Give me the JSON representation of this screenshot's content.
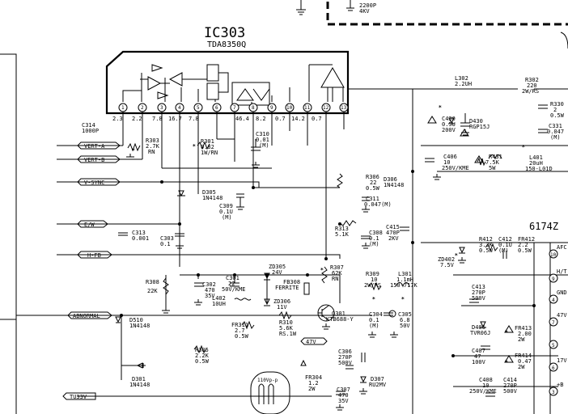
{
  "ic": {
    "name": "IC303",
    "part": "TDA8350Q",
    "pins": [
      "1",
      "2",
      "3",
      "4",
      "5",
      "6",
      "7",
      "8",
      "9",
      "10",
      "11",
      "12",
      "13"
    ],
    "voltages": [
      "2.3",
      "2.2",
      "7.8",
      "16.7",
      "7.8",
      "",
      "46.4",
      "8.2",
      "0.7",
      "14.2",
      "0.7",
      "",
      ""
    ]
  },
  "connectors": [
    {
      "name": "vert-a",
      "label": "VERT-A"
    },
    {
      "name": "vert-b",
      "label": "VERT-B"
    },
    {
      "name": "v-sync",
      "label": "V-SYNC"
    },
    {
      "name": "e-w",
      "label": "E/W"
    },
    {
      "name": "h-fb",
      "label": "H-FB"
    },
    {
      "name": "abnormal",
      "label": "ABNORMAL"
    },
    {
      "name": "tu33v",
      "label": "TU33V"
    },
    {
      "name": "47v",
      "label": "47V"
    }
  ],
  "parts": [
    {
      "name": "c314",
      "lines": [
        "C314",
        "1000P"
      ]
    },
    {
      "name": "r303",
      "lines": [
        "R303",
        "2.7K",
        "RN"
      ]
    },
    {
      "name": "r301",
      "lines": [
        "R301",
        "0.82",
        "1W/RN"
      ]
    },
    {
      "name": "c310",
      "lines": [
        "C310",
        "0.01",
        "(M)"
      ]
    },
    {
      "name": "d305",
      "lines": [
        "D305",
        "1N4148"
      ]
    },
    {
      "name": "c309",
      "lines": [
        "C309",
        "0.1U",
        "(M)"
      ]
    },
    {
      "name": "c313",
      "lines": [
        "C313",
        "0.001"
      ]
    },
    {
      "name": "c303",
      "lines": [
        "C303",
        "0.1"
      ]
    },
    {
      "name": "r306",
      "lines": [
        "R306",
        "22",
        "0.5W"
      ]
    },
    {
      "name": "d306",
      "lines": [
        "D306",
        "1N4148"
      ]
    },
    {
      "name": "c311",
      "lines": [
        "C311",
        "0.047(M)"
      ]
    },
    {
      "name": "r313",
      "lines": [
        "R313",
        "5.1K"
      ]
    },
    {
      "name": "c308",
      "lines": [
        "C308",
        "0.1",
        "(M)"
      ]
    },
    {
      "name": "c415",
      "lines": [
        "C415",
        "470P",
        "2KV"
      ]
    },
    {
      "name": "r308",
      "lines": [
        "R308",
        "22K"
      ]
    },
    {
      "name": "c302",
      "lines": [
        "C302",
        "470",
        "35V"
      ]
    },
    {
      "name": "c301",
      "lines": [
        "C301",
        "22",
        "50V/KME"
      ]
    },
    {
      "name": "zd305",
      "lines": [
        "ZD305",
        "24V"
      ]
    },
    {
      "name": "fb308",
      "lines": [
        "FB308",
        "FERRITE"
      ]
    },
    {
      "name": "r307",
      "lines": [
        "R307",
        "62K",
        "RN"
      ]
    },
    {
      "name": "r309",
      "lines": [
        "R309",
        "10",
        "2W/RS"
      ]
    },
    {
      "name": "l301",
      "lines": [
        "L301",
        "1.1mH",
        "150-717K"
      ]
    },
    {
      "name": "l402",
      "lines": [
        "L402",
        "10UH"
      ]
    },
    {
      "name": "zd306",
      "lines": [
        "ZD306",
        "11V"
      ]
    },
    {
      "name": "q301",
      "lines": [
        "Q301",
        "KTB688-Y"
      ]
    },
    {
      "name": "c304",
      "lines": [
        "C304",
        "0.1",
        "(M)"
      ]
    },
    {
      "name": "c305",
      "lines": [
        "C305",
        "6.8",
        "50V"
      ]
    },
    {
      "name": "r310",
      "lines": [
        "R310",
        "5.6K",
        "RS.1W"
      ]
    },
    {
      "name": "fr311",
      "lines": [
        "FR311",
        "2.7",
        "0.5W"
      ]
    },
    {
      "name": "d510",
      "lines": [
        "D510",
        "1N4148"
      ]
    },
    {
      "name": "r305",
      "lines": [
        "R305",
        "2.2K",
        "0.5W"
      ]
    },
    {
      "name": "d301",
      "lines": [
        "D301",
        "1N4148"
      ]
    },
    {
      "name": "fr304",
      "lines": [
        "FR304",
        "1.2",
        "2W"
      ]
    },
    {
      "name": "c306",
      "lines": [
        "C306",
        "270P",
        "500V"
      ]
    },
    {
      "name": "c307",
      "lines": [
        "C307",
        "470",
        "35V"
      ]
    },
    {
      "name": "d307",
      "lines": [
        "D307",
        "RU2MV"
      ]
    },
    {
      "name": "l302",
      "lines": [
        "L302",
        "2.2UH"
      ]
    },
    {
      "name": "r302",
      "lines": [
        "R302",
        "220",
        "2W/RS"
      ]
    },
    {
      "name": "c430",
      "lines": [
        "C430",
        "0.5U",
        "200V"
      ]
    },
    {
      "name": "d430",
      "lines": [
        "D430",
        "RGP15J"
      ]
    },
    {
      "name": "c406",
      "lines": [
        "C406",
        "10",
        "250V/KME"
      ]
    },
    {
      "name": "r431",
      "lines": [
        "R431",
        "7.5K",
        "5W"
      ]
    },
    {
      "name": "l401",
      "lines": [
        "L401",
        "20uH",
        "150-L01D"
      ]
    },
    {
      "name": "r330",
      "lines": [
        "R330",
        "2",
        "0.5W"
      ]
    },
    {
      "name": "c331",
      "lines": [
        "C331",
        "0.047",
        "(M)"
      ]
    },
    {
      "name": "zd402",
      "lines": [
        "ZD402",
        "7.5V"
      ]
    },
    {
      "name": "r412",
      "lines": [
        "R412",
        "3.3K",
        "0.5W"
      ]
    },
    {
      "name": "c412",
      "lines": [
        "C412",
        "0.1U",
        "(M)"
      ]
    },
    {
      "name": "fr412",
      "lines": [
        "FR412",
        "2.2",
        "0.5W"
      ]
    },
    {
      "name": "c413",
      "lines": [
        "C413",
        "270P",
        "500V"
      ]
    },
    {
      "name": "d406",
      "lines": [
        "D406",
        "TVR06J"
      ]
    },
    {
      "name": "fr413",
      "lines": [
        "FR413",
        "2.00",
        "2W"
      ]
    },
    {
      "name": "c407",
      "lines": [
        "C407",
        "47",
        "100V"
      ]
    },
    {
      "name": "fr414",
      "lines": [
        "FR414",
        "0.47",
        "2W"
      ]
    },
    {
      "name": "c408",
      "lines": [
        "C408",
        "10",
        "250V/KME"
      ]
    },
    {
      "name": "c414",
      "lines": [
        "C414",
        "270P",
        "500V"
      ]
    },
    {
      "name": "c_top",
      "lines": [
        "2200P",
        "4KV"
      ]
    }
  ],
  "fbt": {
    "part": "6174Z",
    "afc": "AFC",
    "pins": [
      {
        "num": "10",
        "label": ""
      },
      {
        "num": "9",
        "label": "H/T"
      },
      {
        "num": "4",
        "label": "GND"
      },
      {
        "num": "7",
        "label": "47V"
      },
      {
        "num": "5",
        "label": ""
      },
      {
        "num": "6",
        "label": "17V"
      },
      {
        "num": "3",
        "label": "+B"
      }
    ]
  },
  "waveform": {
    "label": "110Vp-p"
  }
}
